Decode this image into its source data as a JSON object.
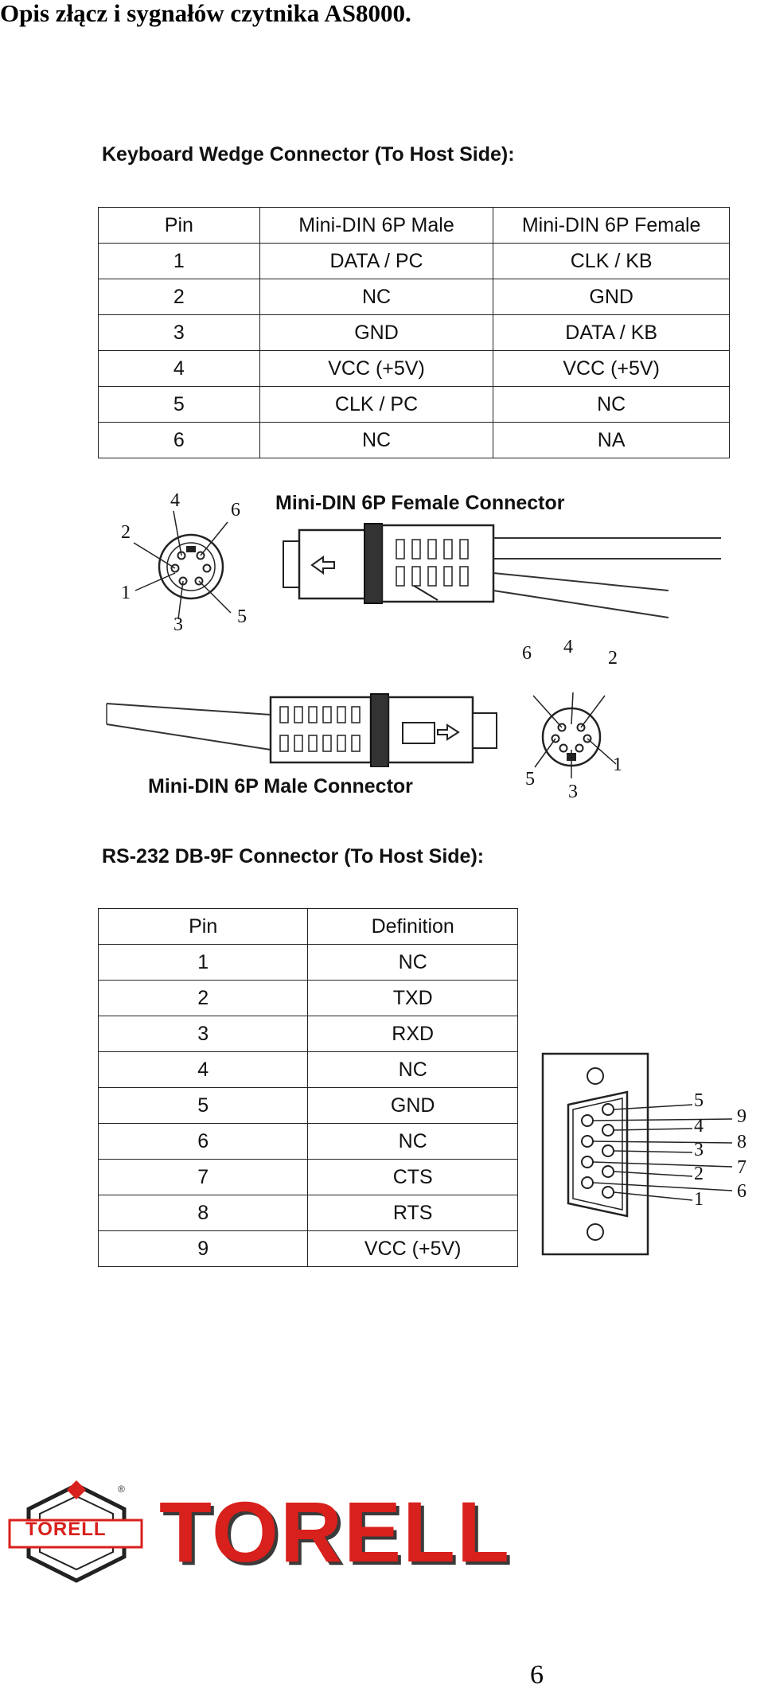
{
  "title": "Opis złącz i sygnałów czytnika AS8000.",
  "keyboard": {
    "heading": "Keyboard Wedge Connector (To Host Side):",
    "headers": [
      "Pin",
      "Mini-DIN 6P Male",
      "Mini-DIN 6P Female"
    ],
    "rows": [
      [
        "1",
        "DATA / PC",
        "CLK / KB"
      ],
      [
        "2",
        "NC",
        "GND"
      ],
      [
        "3",
        "GND",
        "DATA / KB"
      ],
      [
        "4",
        "VCC (+5V)",
        "VCC (+5V)"
      ],
      [
        "5",
        "CLK / PC",
        "NC"
      ],
      [
        "6",
        "NC",
        "NA"
      ]
    ],
    "female_label": "Mini-DIN 6P Female Connector",
    "male_label": "Mini-DIN 6P Male Connector",
    "female_pins": [
      "4",
      "6",
      "2",
      "1",
      "3",
      "5"
    ],
    "male_pins": [
      "6",
      "4",
      "2",
      "5",
      "3",
      "1"
    ]
  },
  "rs232": {
    "heading": "RS-232 DB-9F Connector (To Host Side):",
    "headers": [
      "Pin",
      "Definition"
    ],
    "rows": [
      [
        "1",
        "NC"
      ],
      [
        "2",
        "TXD"
      ],
      [
        "3",
        "RXD"
      ],
      [
        "4",
        "NC"
      ],
      [
        "5",
        "GND"
      ],
      [
        "6",
        "NC"
      ],
      [
        "7",
        "CTS"
      ],
      [
        "8",
        "RTS"
      ],
      [
        "9",
        "VCC (+5V)"
      ]
    ],
    "db9_left_pins": [
      "5",
      "4",
      "3",
      "2",
      "1"
    ],
    "db9_right_pins": [
      "9",
      "8",
      "7",
      "6"
    ]
  },
  "logo": {
    "word": "TORELL",
    "badge": "TORELL",
    "registered": "®",
    "colors": {
      "red": "#d8201c",
      "dark": "#3a3a3a"
    }
  },
  "page_number": "6"
}
